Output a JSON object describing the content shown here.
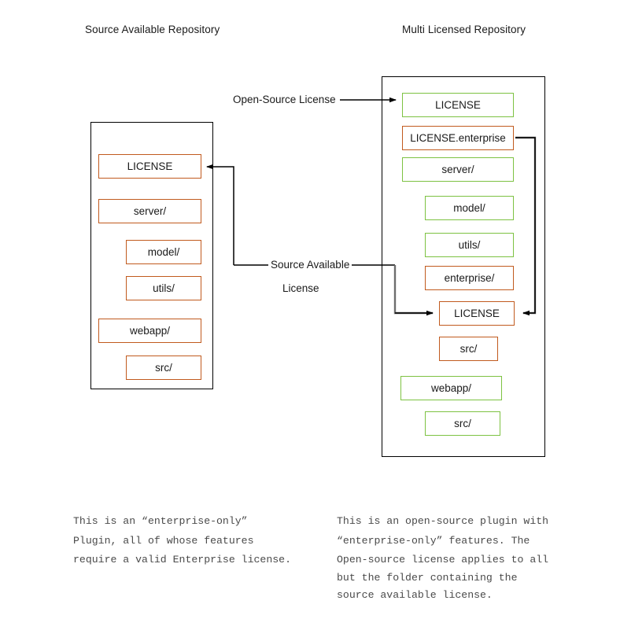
{
  "diagram": {
    "title_left": "Source Available Repository",
    "title_right": "Multi Licensed Repository",
    "colors": {
      "orange": "#C15A1E",
      "green": "#7DC242",
      "outline": "#000000",
      "wire": "#000000",
      "wire_gray": "#6e6e6e",
      "text": "#1a1a1a",
      "caption_text": "#4a4a4a",
      "background": "#ffffff"
    }
  },
  "left_repo": {
    "label": "Source Available Repository",
    "nodes": [
      {
        "label": "LICENSE",
        "color": "orange",
        "indent": 0
      },
      {
        "label": "server/",
        "color": "orange",
        "indent": 0
      },
      {
        "label": "model/",
        "color": "orange",
        "indent": 1
      },
      {
        "label": "utils/",
        "color": "orange",
        "indent": 1
      },
      {
        "label": "webapp/",
        "color": "orange",
        "indent": 0
      },
      {
        "label": "src/",
        "color": "orange",
        "indent": 1
      }
    ]
  },
  "right_repo": {
    "label": "Multi Licensed Repository",
    "nodes": [
      {
        "label": "LICENSE",
        "color": "green",
        "indent": 0
      },
      {
        "label": "LICENSE.enterprise",
        "color": "orange",
        "indent": 0
      },
      {
        "label": "server/",
        "color": "green",
        "indent": 0
      },
      {
        "label": "model/",
        "color": "green",
        "indent": 1
      },
      {
        "label": "utils/",
        "color": "green",
        "indent": 1
      },
      {
        "label": "enterprise/",
        "color": "orange",
        "indent": 1
      },
      {
        "label": "LICENSE",
        "color": "orange",
        "indent": 2
      },
      {
        "label": "src/",
        "color": "orange",
        "indent": 2
      },
      {
        "label": "webapp/",
        "color": "green",
        "indent": 0
      },
      {
        "label": "src/",
        "color": "green",
        "indent": 1
      }
    ]
  },
  "connectors": {
    "open_source_label": "Open-Source License",
    "source_available_label_line1": "Source Available",
    "source_available_label_line2": "License"
  },
  "captions": {
    "left": "This is an “enterprise-only”\nPlugin, all of whose features\nrequire a valid Enterprise license.",
    "right_a": "This is an open-source plugin with\n“enterprise-only” features. The\nOpen-source license applies to all",
    "right_b": "but the folder containing the\nsource available license."
  }
}
